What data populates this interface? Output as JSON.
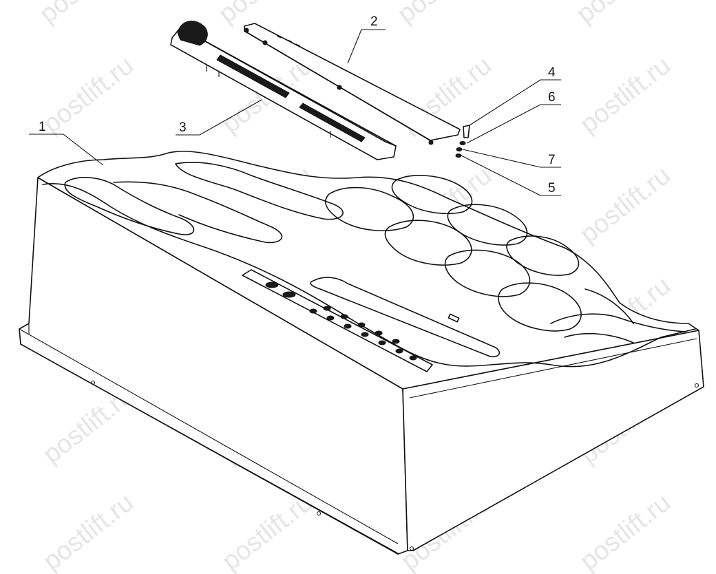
{
  "watermark": {
    "text": "postlift.ru"
  },
  "callouts": [
    {
      "id": "1",
      "label": "1"
    },
    {
      "id": "2",
      "label": "2"
    },
    {
      "id": "3",
      "label": "3"
    },
    {
      "id": "4",
      "label": "4"
    },
    {
      "id": "5",
      "label": "5"
    },
    {
      "id": "6",
      "label": "6"
    },
    {
      "id": "7",
      "label": "7"
    }
  ]
}
